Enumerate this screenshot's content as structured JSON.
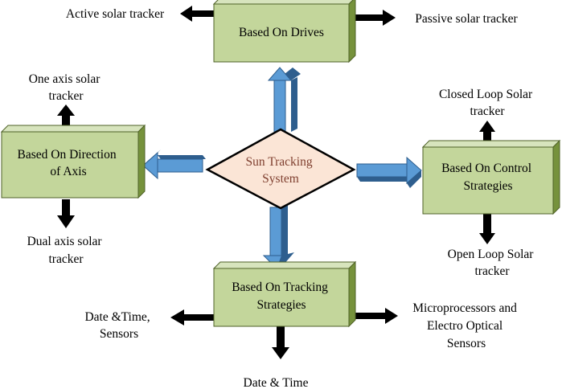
{
  "center": {
    "lines": [
      "Sun Tracking",
      "System"
    ]
  },
  "boxes": {
    "drives": {
      "lines": [
        "Based On Drives"
      ]
    },
    "axis": {
      "lines": [
        "Based On Direction",
        "of Axis"
      ]
    },
    "control": {
      "lines": [
        "Based On Control",
        "Strategies"
      ]
    },
    "tracking": {
      "lines": [
        "Based On Tracking",
        "Strategies"
      ]
    }
  },
  "leaves": {
    "active": {
      "lines": [
        "Active solar tracker"
      ]
    },
    "passive": {
      "lines": [
        "Passive solar tracker"
      ]
    },
    "one_axis": {
      "lines": [
        "One axis solar",
        "tracker"
      ]
    },
    "dual_axis": {
      "lines": [
        "Dual axis solar",
        "tracker"
      ]
    },
    "closed_loop": {
      "lines": [
        "Closed Loop Solar",
        "tracker"
      ]
    },
    "open_loop": {
      "lines": [
        "Open Loop Solar",
        "tracker"
      ]
    },
    "date_time_sensors": {
      "lines": [
        "Date &Time,",
        "Sensors"
      ]
    },
    "microprocessors": {
      "lines": [
        "Microprocessors and",
        "Electro Optical",
        "Sensors"
      ]
    },
    "date_time": {
      "lines": [
        "Date & Time"
      ]
    }
  },
  "colors": {
    "box_front": "#c3d69b",
    "box_top": "#d7e4bd",
    "box_side": "#76923c",
    "box_edge": "#4f6228",
    "diamond_fill": "#fbe5d6",
    "diamond_stroke": "#000000",
    "blue_arrow": "#5b9bd5",
    "blue_arrow_dark": "#2e5e8e",
    "black_arrow": "#000000"
  }
}
